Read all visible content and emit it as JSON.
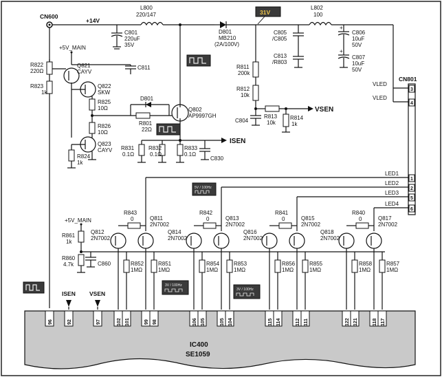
{
  "connectors": {
    "cn600": "CN600",
    "cn801": "CN801",
    "cn801_pins": [
      "3",
      "4",
      "1",
      "2",
      "5",
      "6"
    ]
  },
  "rails": {
    "v14": "+14V",
    "v5_top": "+5V_MAIN",
    "v5_bottom": "+5V_MAIN"
  },
  "nets": {
    "vled1": "VLED",
    "vled2": "VLED",
    "vsen": "VSEN",
    "isen": "ISEN",
    "led1": "LED1",
    "led2": "LED2",
    "led3": "LED3",
    "led4": "LED4"
  },
  "components": {
    "l800": [
      "L800",
      "220/147"
    ],
    "c801": [
      "C801",
      "220uF",
      "35V"
    ],
    "c811": [
      "C811"
    ],
    "r822": [
      "R822",
      "220Ω"
    ],
    "r823": [
      "R823",
      "1k"
    ],
    "q821": [
      "Q821",
      "CAYV"
    ],
    "q822": [
      "Q822",
      "SKW"
    ],
    "r825": [
      "R825",
      "10Ω"
    ],
    "r826": [
      "R826",
      "10Ω"
    ],
    "q823": [
      "Q823",
      "CAYV"
    ],
    "r824": [
      "R824",
      "1k"
    ],
    "d801a": [
      "D801"
    ],
    "r801": [
      "R801",
      "22Ω"
    ],
    "q802": [
      "Q802",
      "AP9997GH"
    ],
    "d801b": [
      "D801",
      "MB210",
      "(2A/100V)"
    ],
    "r811": [
      "R811",
      "200k"
    ],
    "r812": [
      "R812",
      "10k"
    ],
    "r813": [
      "R813",
      "10k"
    ],
    "r814": [
      "R814",
      "1k"
    ],
    "c804": [
      "C804"
    ],
    "c805": [
      "C805",
      "/C805"
    ],
    "c813": [
      "C813",
      "/R803"
    ],
    "l802": [
      "L802",
      "100"
    ],
    "c806": [
      "C806",
      "10uF",
      "50V"
    ],
    "c807": [
      "C807",
      "10uF",
      "50V"
    ],
    "r831": [
      "R831",
      "0.1Ω"
    ],
    "r832": [
      "R832",
      "0.1Ω"
    ],
    "r833": [
      "R833",
      "0.1Ω"
    ],
    "c830": [
      "C830"
    ],
    "r861": [
      "R861",
      "1k"
    ],
    "r860": [
      "R860",
      "4.7k"
    ],
    "c860": [
      "C860"
    ],
    "r843": [
      "R843",
      "0"
    ],
    "q811": [
      "Q811",
      "2N7002"
    ],
    "q812": [
      "Q812",
      "2N7002"
    ],
    "r852": [
      "R852",
      "1MΩ"
    ],
    "r851": [
      "R851",
      "1MΩ"
    ],
    "r842": [
      "R842",
      "0"
    ],
    "q813": [
      "Q813",
      "2N7002"
    ],
    "q814": [
      "Q814",
      "2N7002"
    ],
    "r854": [
      "R854",
      "1MΩ"
    ],
    "r853": [
      "R853",
      "1MΩ"
    ],
    "r841": [
      "R841",
      "0"
    ],
    "q815": [
      "Q815",
      "2N7002"
    ],
    "q816": [
      "Q816",
      "2N7002"
    ],
    "r856": [
      "R856",
      "1MΩ"
    ],
    "r855": [
      "R855",
      "1MΩ"
    ],
    "r840": [
      "R840",
      "0"
    ],
    "q817": [
      "Q817",
      "2N7002"
    ],
    "q818": [
      "Q818",
      "2N7002"
    ],
    "r858": [
      "R858",
      "1MΩ"
    ],
    "r857": [
      "R857",
      "1MΩ"
    ]
  },
  "scope_tags": {
    "v31": "31V",
    "t1": "5V / 100Hz",
    "t2": "3V / 100Hz",
    "t3": "3V / 100Hz"
  },
  "ic": {
    "name": "IC400",
    "part": "SE1059",
    "pins": [
      "96",
      "92",
      "97",
      "102",
      "101",
      "99",
      "98",
      "106",
      "105",
      "105",
      "104",
      "115",
      "114",
      "112",
      "111",
      "122",
      "121",
      "118",
      "117"
    ]
  }
}
